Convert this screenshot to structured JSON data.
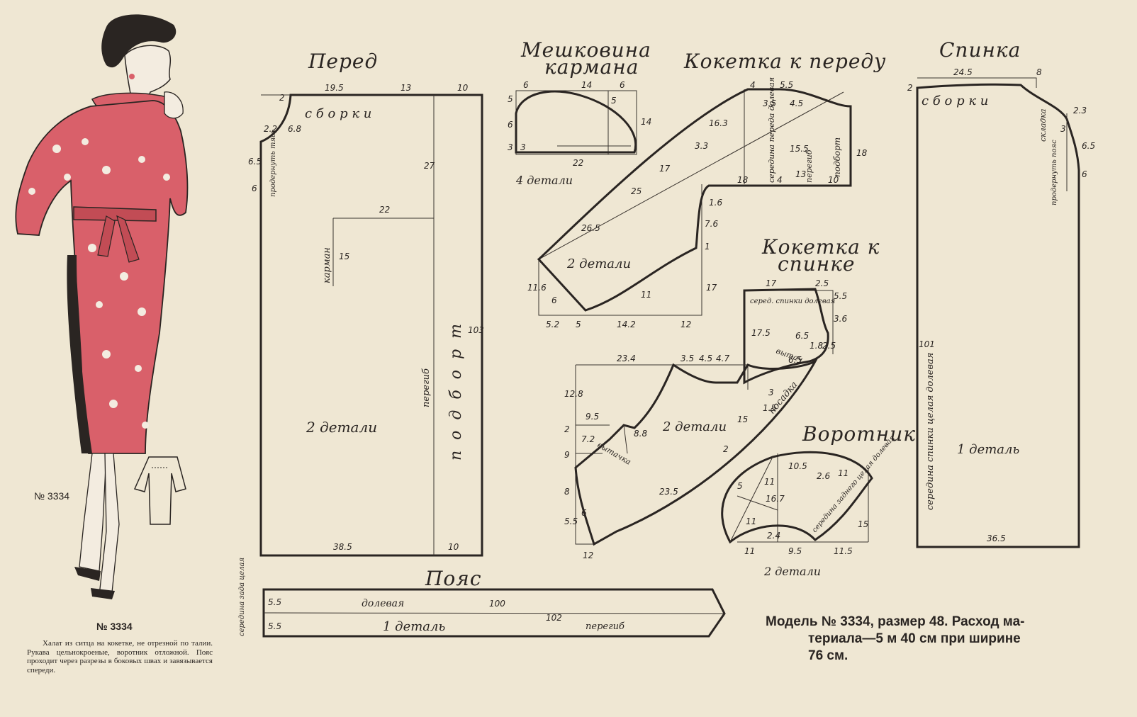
{
  "panels": {
    "front": {
      "title": "Перед",
      "gathers": "с б о р к и",
      "pieces": "2 детали",
      "fold": "перегиб",
      "facing": "п о д б о р т",
      "pocket": "карман",
      "turn": "продернуть тясь",
      "dims": [
        "19.5",
        "13",
        "10",
        "2",
        "2.2",
        "6.5",
        "6",
        "27",
        "22",
        "15",
        "103",
        "38.5",
        "10",
        "6.8"
      ]
    },
    "pocket_bag": {
      "title_line1": "Мешковина",
      "title_line2": "кармана",
      "pieces": "4 детали",
      "dims": [
        "6",
        "14",
        "6",
        "5",
        "5",
        "3",
        "6",
        "3",
        "14",
        "22"
      ]
    },
    "front_yoke": {
      "title": "Кокетка к переду",
      "pieces": "2 детали",
      "center_front": "середина переда долевая",
      "facing": "подборт",
      "fold": "перегиб",
      "dims": [
        "4",
        "5.5",
        "3.5",
        "4.5",
        "16.3",
        "3.3",
        "17",
        "25",
        "26.5",
        "18",
        "15.5",
        "13",
        "4",
        "10",
        "18",
        "1.6",
        "7.6",
        "1",
        "11.6",
        "6",
        "11",
        "17",
        "5.2",
        "5",
        "14.2",
        "12"
      ]
    },
    "back_yoke": {
      "title_line1": "Кокетка к",
      "title_line2": "спинке",
      "center_back": "серед. спинки долевая",
      "dart": "вытач",
      "dims": [
        "17",
        "2.5",
        "5.5",
        "3.6",
        "6.5",
        "1.8",
        "2.5"
      ]
    },
    "sleeve": {
      "pieces": "2 детали",
      "dart": "вытачка",
      "ease": "посадка",
      "dims": [
        "23.4",
        "3.5",
        "4.5",
        "4.7",
        "17.5",
        "12.8",
        "9.5",
        "2",
        "7.2",
        "8.8",
        "9",
        "8",
        "5.5",
        "6",
        "12",
        "15",
        "23.5",
        "2",
        "3",
        "6.5",
        "1.5"
      ]
    },
    "back": {
      "title": "Спинка",
      "gathers": "с б о р к и",
      "pieces": "1 деталь",
      "center_back": "середина спинки целая долевая",
      "fold": "складка",
      "turn": "продернуть пояс",
      "dims": [
        "24.5",
        "8",
        "2",
        "2.3",
        "3",
        "6.5",
        "6",
        "101",
        "36.5"
      ]
    },
    "collar": {
      "title": "Воротник",
      "pieces": "2 детали",
      "center_back": "середина заднего целая долевая",
      "dims": [
        "10.5",
        "2.6",
        "11",
        "5",
        "11",
        "16.7",
        "11",
        "2.4",
        "9.5",
        "11.5",
        "15",
        "11"
      ]
    },
    "belt": {
      "title": "Пояс",
      "grain": "долевая",
      "pieces": "1 деталь",
      "fold": "перегиб",
      "center_back": "середина зада целая",
      "dims": [
        "100",
        "102",
        "5.5",
        "5.5"
      ]
    }
  },
  "model_number_small": "№ 3334",
  "model_number_caption": "№ 3334",
  "description": "Халат из ситца на кокетке, не отрезной по талии. Рукава цельнокроеные, воротник отложной. Пояс проходит через разрезы в боковых швах и завязывается спереди.",
  "model_caption": {
    "line1": "Модель № 3334, размер 48. Расход ма-",
    "line2": "териала—5 м 40 см при ширине",
    "line3": "76 см."
  },
  "colors": {
    "paper": "#efe7d3",
    "ink": "#2a2522",
    "dress": "#d9606a"
  }
}
